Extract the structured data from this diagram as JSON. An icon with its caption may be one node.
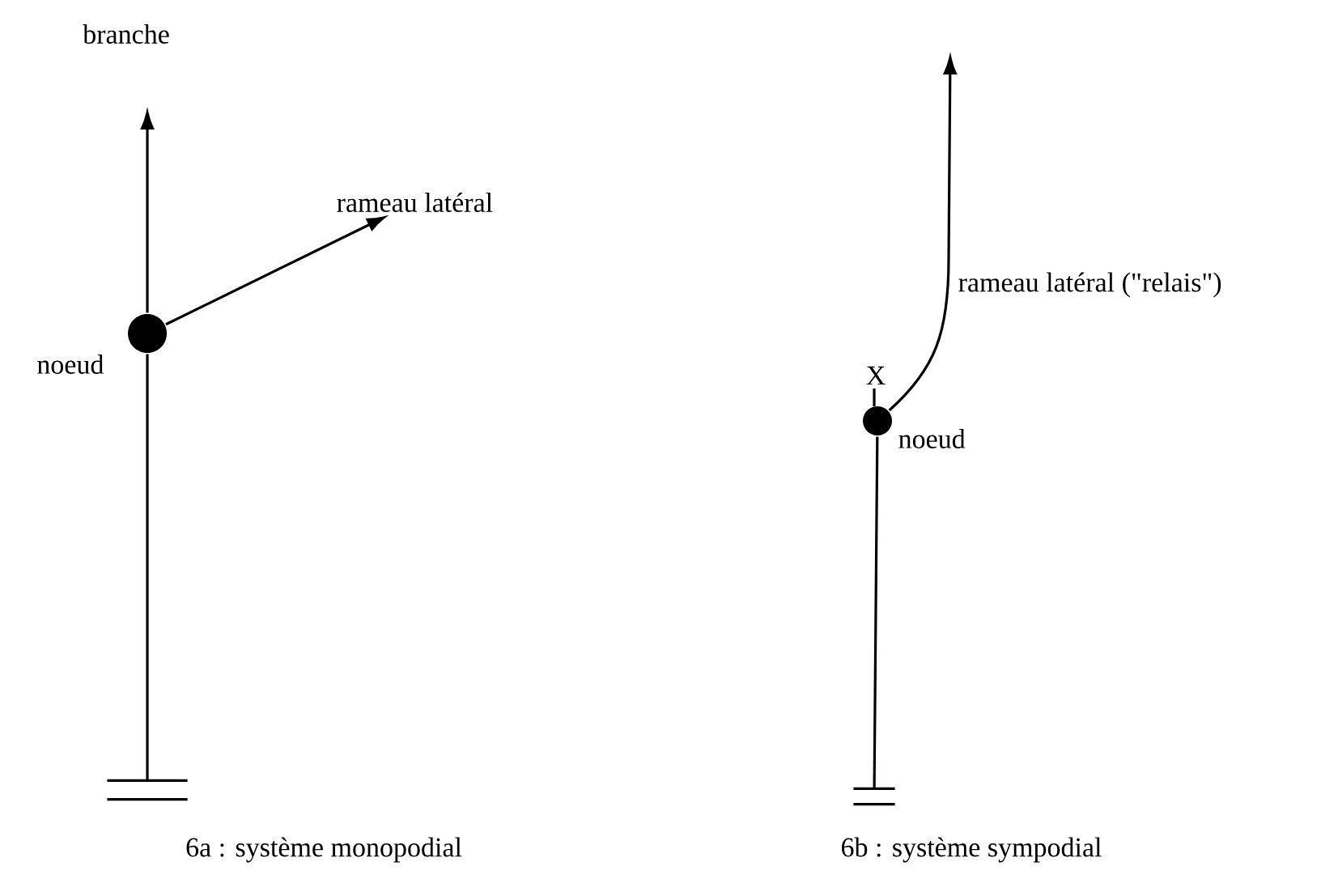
{
  "diagram": {
    "nodes": [
      {
        "text": [],
        "shape": "bar"
      },
      {
        "text": [],
        "shape": "circle",
        "beside": [
          "noeud"
        ]
      },
      {
        "text": [
          "rameau latéral"
        ]
      },
      {
        "text": [],
        "shape": "bar"
      },
      {
        "text": [],
        "shape": "circle",
        "beside": [
          "noeud"
        ]
      }
    ],
    "edges": [
      {
        "from": 0,
        "to": 1,
        "arrow": "none"
      },
      {
        "from": 1,
        "to": null,
        "arrow": "to"
      },
      {
        "from": 1,
        "to": 2,
        "arrow": "to"
      },
      {
        "from": 3,
        "to": 4,
        "arrow": "none"
      },
      {
        "from": 4,
        "to": null,
        "arrow": "to",
        "label": "rameau latéral (\"relais\")"
      }
    ],
    "labels": [
      "branche",
      "X",
      "6a : système monopodial",
      "6b : système sympodial"
    ]
  }
}
